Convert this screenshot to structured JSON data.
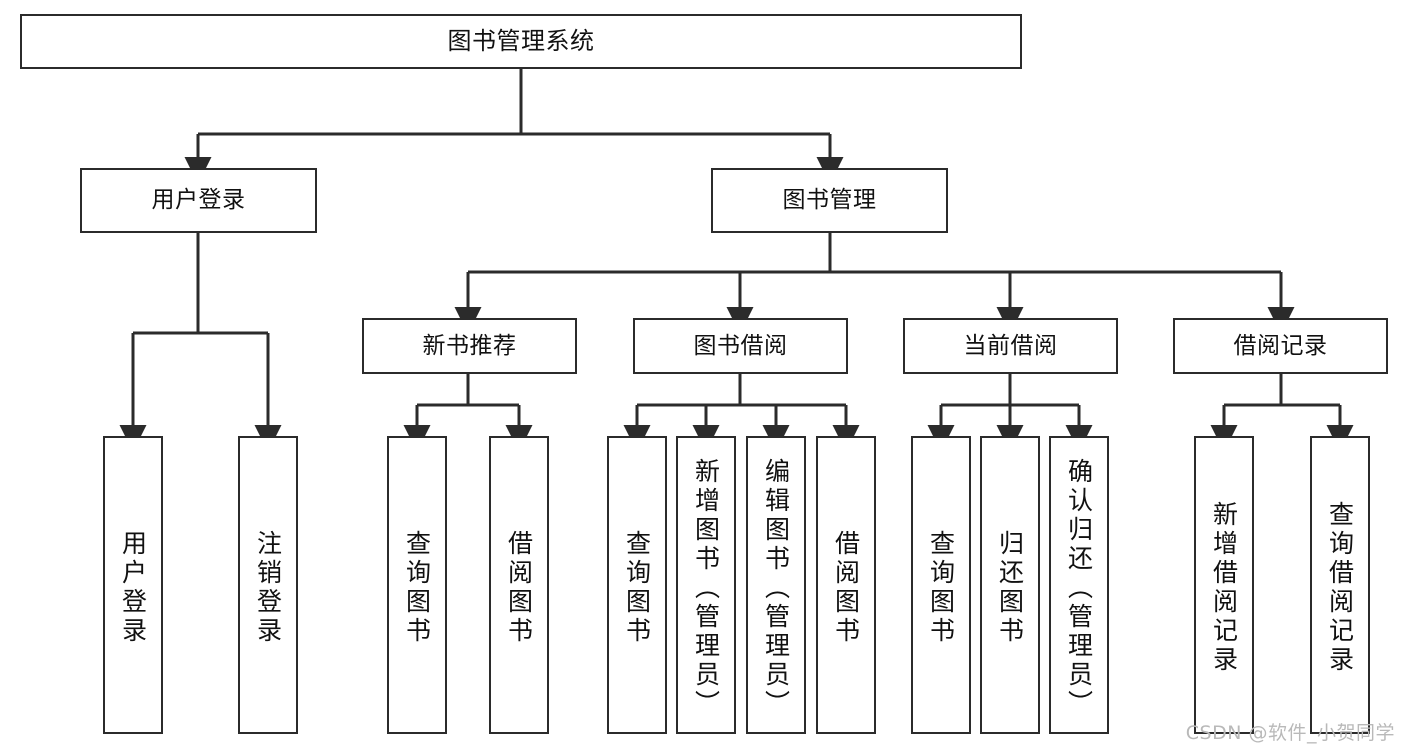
{
  "diagram": {
    "title": "图书管理系统",
    "type": "tree-hierarchy-chart",
    "watermark": "CSDN @软件_小贺同学",
    "colors": {
      "box_border": "#2b2b2b",
      "box_fill": "#ffffff",
      "connector": "#2b2b2b",
      "text": "#111111",
      "watermark": "#b9b9b9"
    },
    "nodes": {
      "root": {
        "label": "图书管理系统"
      },
      "level1": [
        {
          "id": "user-login",
          "label": "用户登录"
        },
        {
          "id": "book-management",
          "label": "图书管理"
        }
      ],
      "level2": [
        {
          "id": "new-book-recommend",
          "label": "新书推荐"
        },
        {
          "id": "book-borrow",
          "label": "图书借阅"
        },
        {
          "id": "current-borrow",
          "label": "当前借阅"
        },
        {
          "id": "borrow-record",
          "label": "借阅记录"
        }
      ],
      "leaves": {
        "user_login": [
          {
            "id": "leaf-user-login",
            "label": "用户登录"
          },
          {
            "id": "leaf-logout-login",
            "label": "注销登录"
          }
        ],
        "new_book_recommend": [
          {
            "id": "leaf-query-book-1",
            "label": "查询图书"
          },
          {
            "id": "leaf-borrow-book-1",
            "label": "借阅图书"
          }
        ],
        "book_borrow": [
          {
            "id": "leaf-query-book-2",
            "label": "查询图书"
          },
          {
            "id": "leaf-add-book",
            "label": "新增图书（管理员）"
          },
          {
            "id": "leaf-edit-book",
            "label": "编辑图书（管理员）"
          },
          {
            "id": "leaf-borrow-book-2",
            "label": "借阅图书"
          }
        ],
        "current_borrow": [
          {
            "id": "leaf-query-book-3",
            "label": "查询图书"
          },
          {
            "id": "leaf-return-book",
            "label": "归还图书"
          },
          {
            "id": "leaf-confirm-return",
            "label": "确认归还（管理员）"
          }
        ],
        "borrow_record": [
          {
            "id": "leaf-add-record",
            "label": "新增借阅记录"
          },
          {
            "id": "leaf-query-record",
            "label": "查询借阅记录"
          }
        ]
      }
    }
  }
}
